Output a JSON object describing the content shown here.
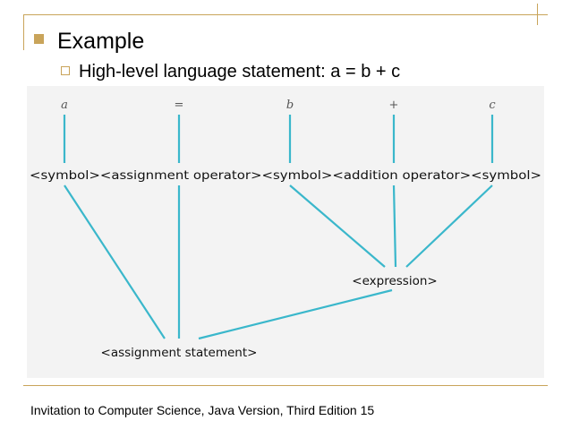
{
  "slide": {
    "bullet1_text": "Example",
    "bullet2_text": "High-level language statement: a = b + c",
    "footer_text": "Invitation to Computer Science, Java Version, Third Edition  15"
  },
  "diagram": {
    "tokens": [
      "a",
      "=",
      "b",
      "+",
      "c"
    ],
    "level1_nodes": [
      "<symbol>",
      "<assignment operator>",
      "<symbol>",
      "<addition operator>",
      "<symbol>"
    ],
    "expression_node": "<expression>",
    "root_node": "<assignment statement>"
  },
  "colors": {
    "accent": "#c9a45a",
    "edge": "#3ab7cb",
    "diagram_bg": "#f3f3f3"
  }
}
